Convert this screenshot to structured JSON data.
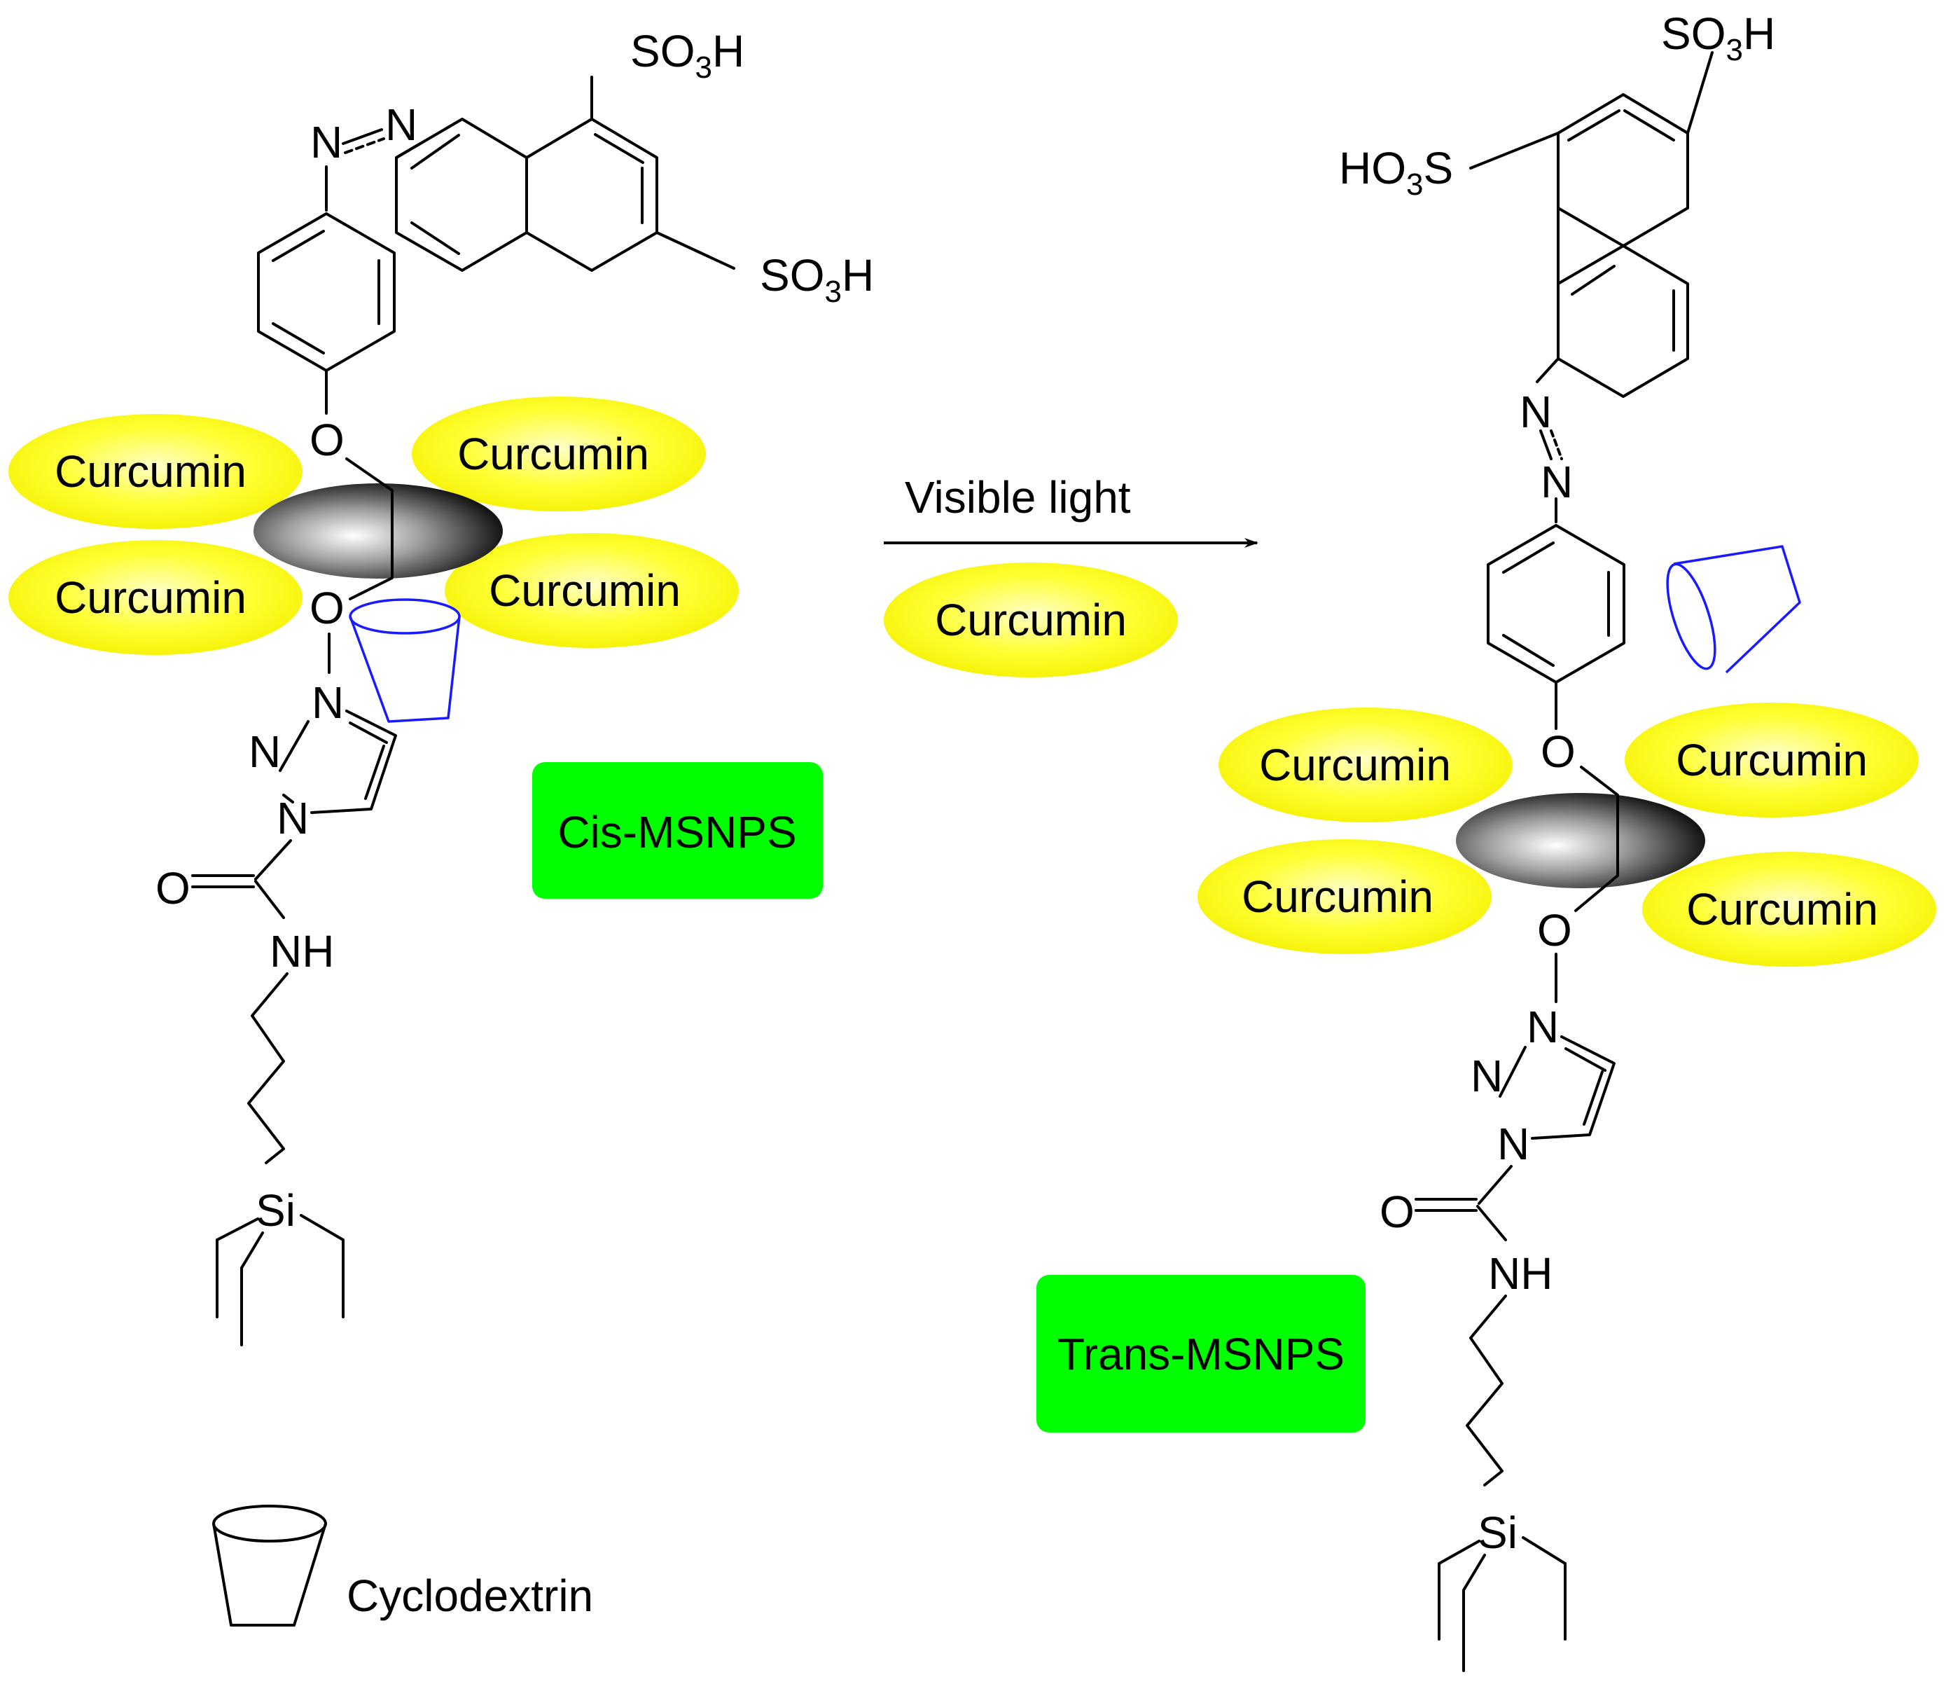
{
  "diagram": {
    "curcumin_label": "Curcumin",
    "arrow_label": "Visible light",
    "left_state_label": "Cis-MSNPS",
    "right_state_label": "Trans-MSNPS",
    "legend_label": "Cyclodextrin",
    "atoms": {
      "sulfonic_group": "SO",
      "hydroxyl_sulfonic_prefix": "HO",
      "sulfur": "S",
      "subscript_three": "3",
      "hydrogen": "H",
      "nitrogen": "N",
      "oxygen": "O",
      "amine": "NH",
      "silicon": "Si"
    },
    "colors": {
      "curcumin_fill": "#ffff00",
      "state_badge": "#00ff00",
      "cyclodextrin_stroke": "#1a1aff",
      "nanoparticle": "#222222"
    }
  }
}
